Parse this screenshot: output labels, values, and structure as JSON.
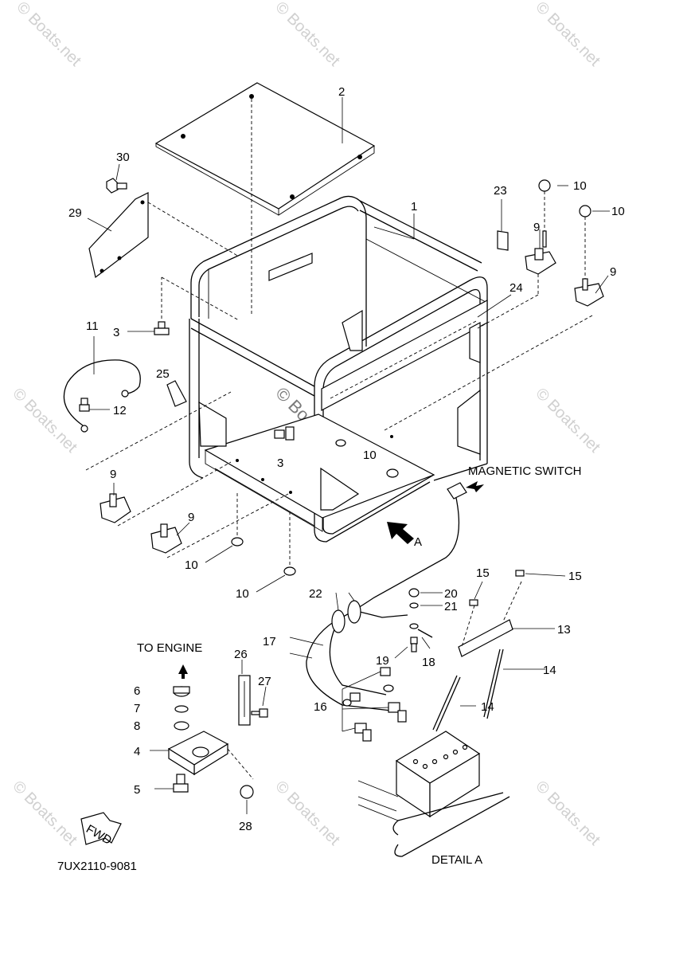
{
  "watermark": "© Boats.net",
  "diagram_code": "7UX2110-9081",
  "labels": {
    "magnetic_switch": "MAGNETIC SWITCH",
    "to_engine": "TO ENGINE",
    "detail_a": "DETAIL A",
    "arrow_a": "A",
    "fwd": "FWD"
  },
  "callouts": {
    "c1": "1",
    "c2": "2",
    "c3a": "3",
    "c3b": "3",
    "c4": "4",
    "c5": "5",
    "c6": "6",
    "c7": "7",
    "c8": "8",
    "c9a": "9",
    "c9b": "9",
    "c9c": "9",
    "c9d": "9",
    "c10a": "10",
    "c10b": "10",
    "c10c": "10",
    "c10d": "10",
    "c10e": "10",
    "c11": "11",
    "c12": "12",
    "c13": "13",
    "c14a": "14",
    "c14b": "14",
    "c15a": "15",
    "c15b": "15",
    "c16": "16",
    "c17": "17",
    "c18": "18",
    "c19": "19",
    "c20": "20",
    "c21": "21",
    "c22": "22",
    "c23": "23",
    "c24": "24",
    "c25": "25",
    "c26": "26",
    "c27": "27",
    "c28": "28",
    "c29": "29",
    "c30": "30"
  }
}
